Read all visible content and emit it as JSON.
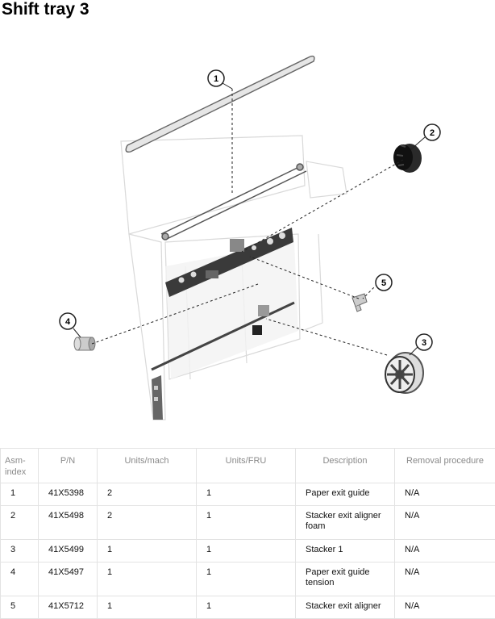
{
  "title": "Shift tray 3",
  "callouts": [
    "1",
    "2",
    "3",
    "4",
    "5"
  ],
  "table": {
    "headers": [
      "Asm-index",
      "P/N",
      "Units/mach",
      "Units/FRU",
      "Description",
      "Removal procedure"
    ],
    "rows": [
      {
        "asm": "1",
        "pn": "41X5398",
        "units_mach": "2",
        "units_fru": "1",
        "description": "Paper exit guide",
        "removal": "N/A"
      },
      {
        "asm": "2",
        "pn": "41X5498",
        "units_mach": "2",
        "units_fru": "1",
        "description": "Stacker exit aligner foam",
        "removal": "N/A"
      },
      {
        "asm": "3",
        "pn": "41X5499",
        "units_mach": "1",
        "units_fru": "1",
        "description": "Stacker 1",
        "removal": "N/A"
      },
      {
        "asm": "4",
        "pn": "41X5497",
        "units_mach": "1",
        "units_fru": "1",
        "description": "Paper exit guide tension",
        "removal": "N/A"
      },
      {
        "asm": "5",
        "pn": "41X5712",
        "units_mach": "1",
        "units_fru": "1",
        "description": "Stacker exit aligner",
        "removal": "N/A"
      }
    ]
  }
}
